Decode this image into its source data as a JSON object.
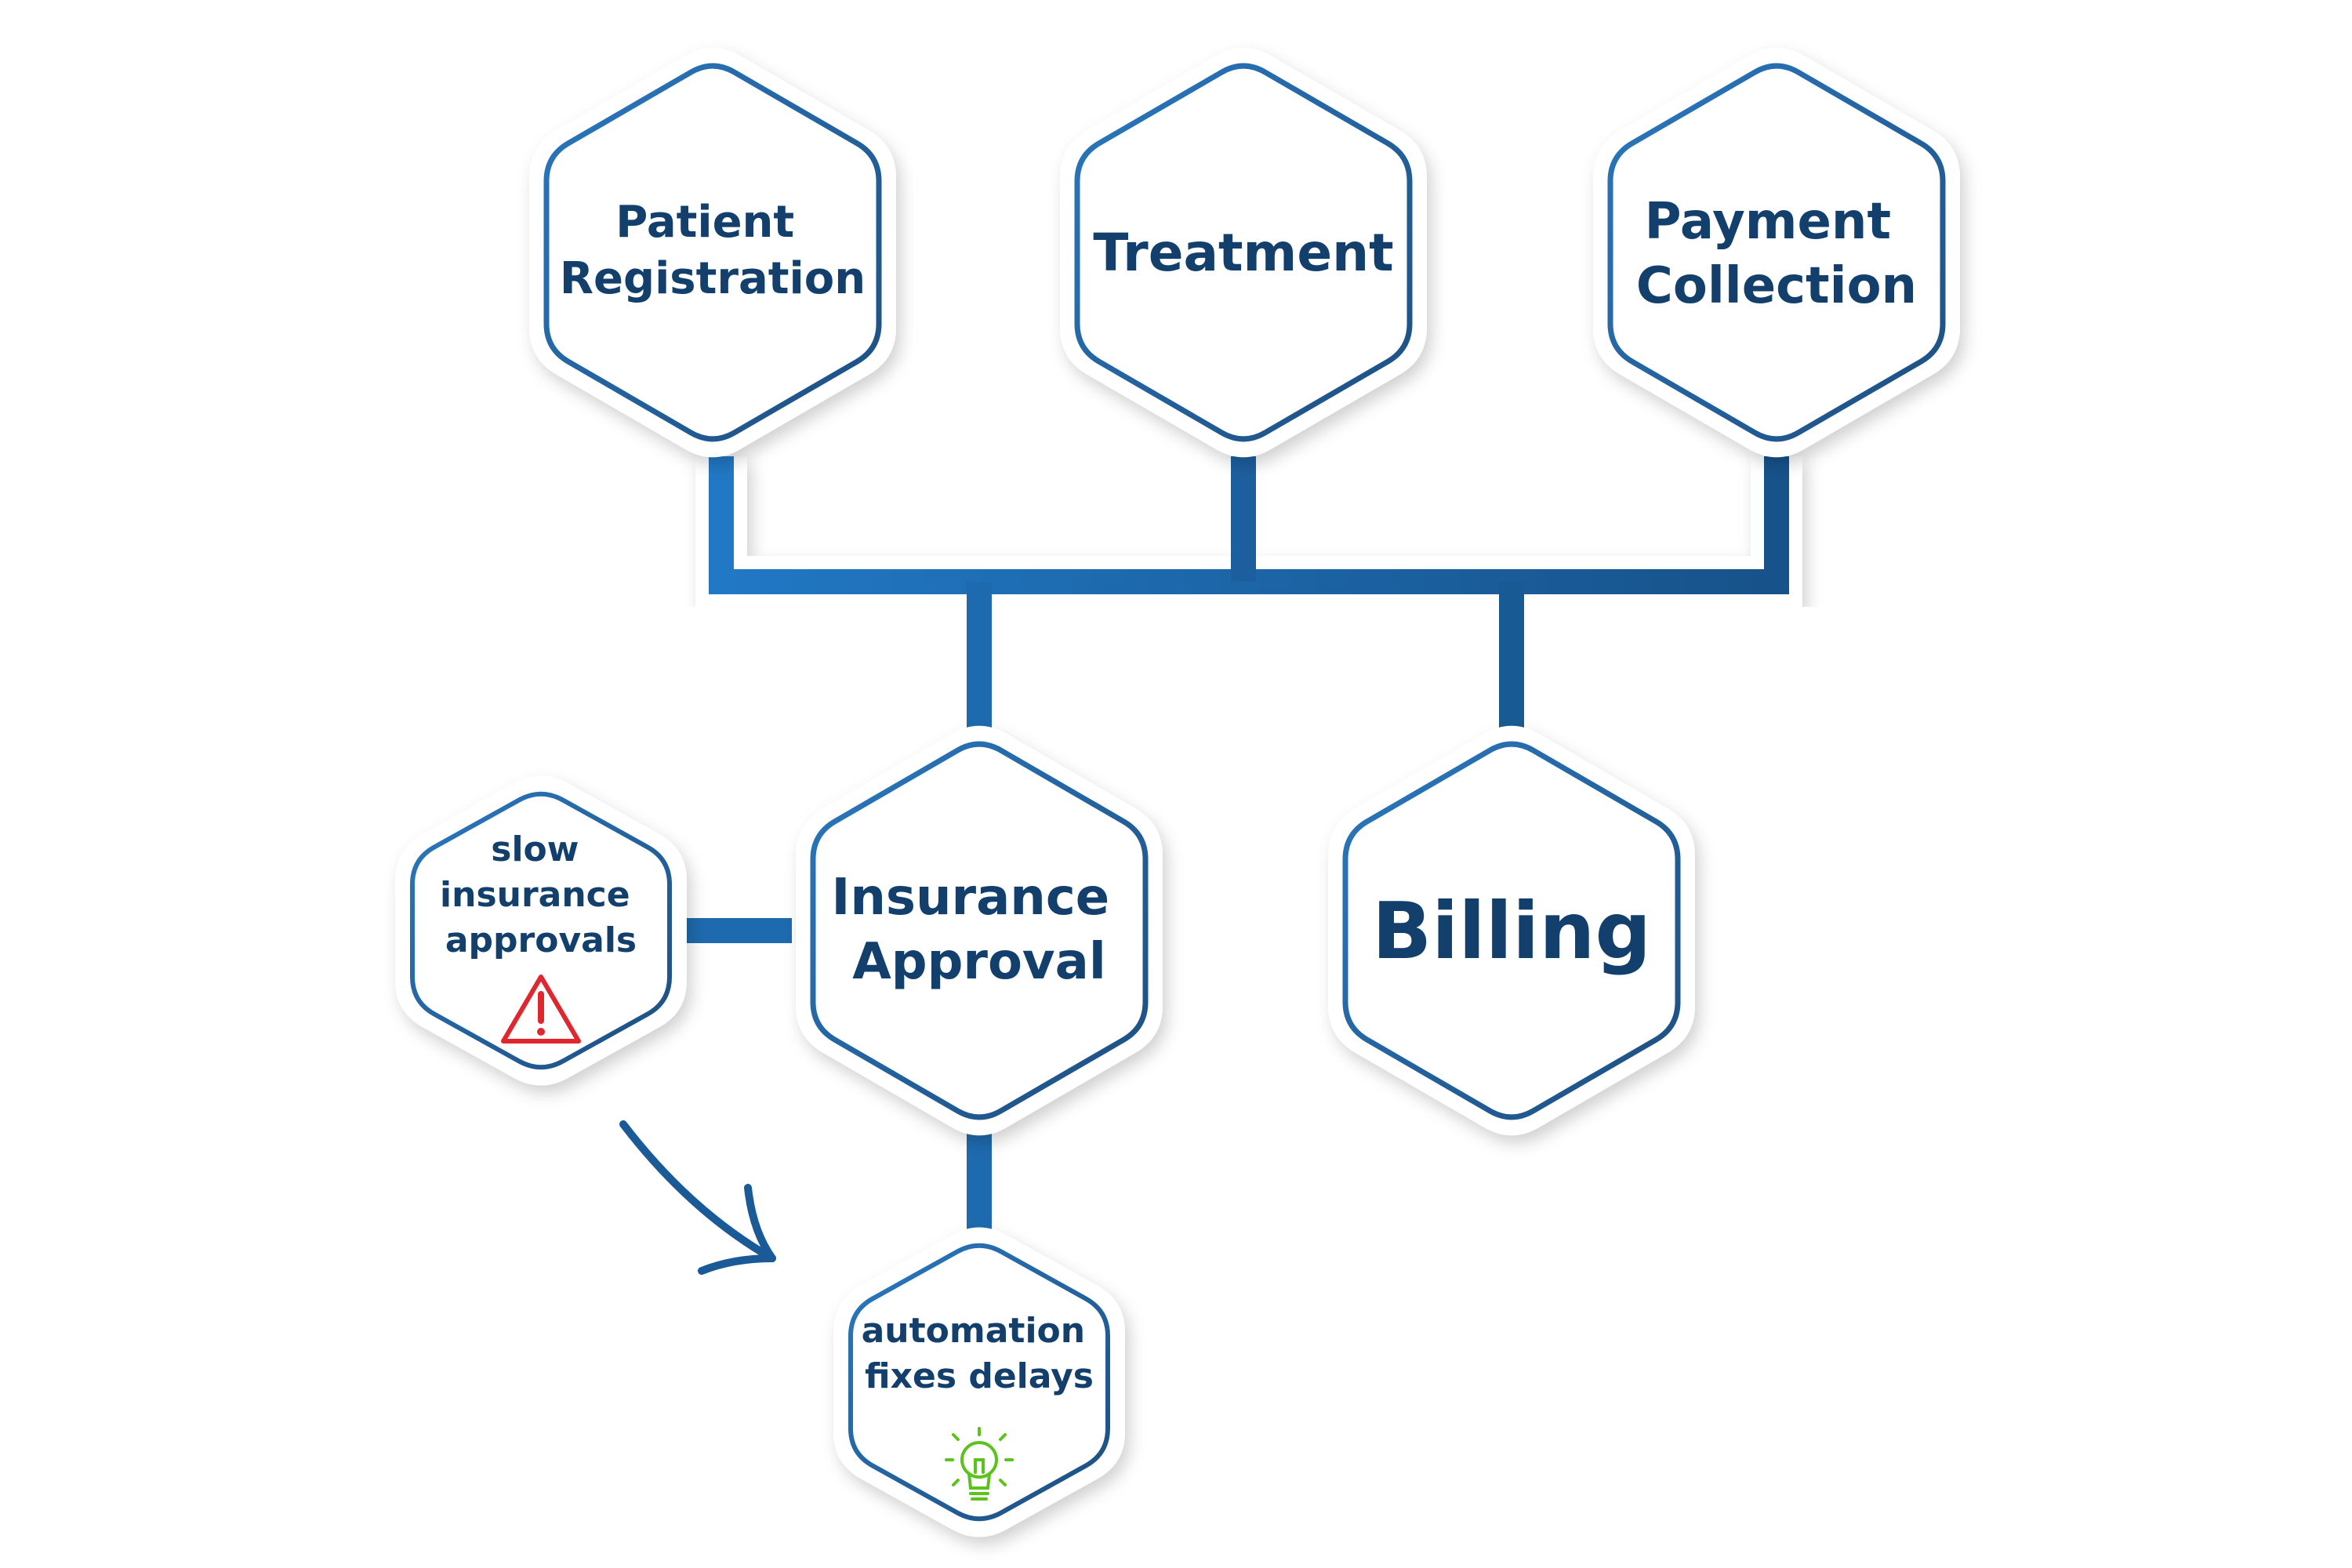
{
  "nodes": {
    "patient_registration": {
      "lines": [
        "Patient",
        "Registration"
      ]
    },
    "treatment": {
      "lines": [
        "Treatment"
      ]
    },
    "payment_collection": {
      "lines": [
        "Payment",
        "Collection"
      ]
    },
    "insurance_approval": {
      "lines": [
        "Insurance",
        "Approval"
      ]
    },
    "billing": {
      "lines": [
        "Billing"
      ]
    },
    "slow_insurance": {
      "lines": [
        "slow",
        "insurance",
        "approvals"
      ],
      "icon": "warning-triangle-icon"
    },
    "automation_fix": {
      "lines": [
        "automation",
        "fixes delays"
      ],
      "icon": "lightbulb-icon"
    }
  },
  "colors": {
    "connector_light": "#2178c4",
    "connector_dark": "#17528a",
    "hex_border_light": "#2a78bf",
    "hex_border_dark": "#1d4e80",
    "text": "#123f6b",
    "warning": "#e0262e",
    "idea": "#5cc21c"
  }
}
